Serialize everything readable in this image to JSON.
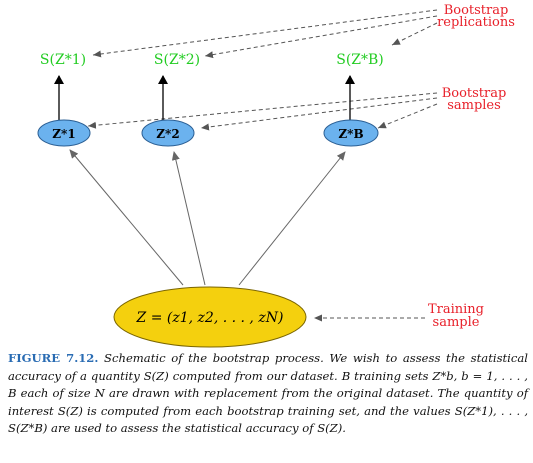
{
  "diagram": {
    "colors": {
      "replication_text": "#22cc22",
      "note_text": "#e8202a",
      "sample_fill": "#6bb2ee",
      "training_fill": "#f4d00e",
      "arrow": "#000000",
      "dashed": "#555555",
      "thin_arrow": "#666666"
    },
    "replications": [
      "S(Z*1)",
      "S(Z*2)",
      "S(Z*B)"
    ],
    "samples": [
      "Z*1",
      "Z*2",
      "Z*B"
    ],
    "training_sample": "Z = (z1, z2, . . . , zN)",
    "notes": {
      "bootstrap_replications": [
        "Bootstrap",
        "replications"
      ],
      "bootstrap_samples": [
        "Bootstrap",
        "samples"
      ],
      "training_sample": [
        "Training",
        "sample"
      ]
    }
  },
  "caption": {
    "label": "FIGURE 7.12.",
    "text": "Schematic of the bootstrap process. We wish to assess the statistical accuracy of a quantity S(Z) computed from our dataset. B training sets Z*b, b = 1, . . . , B each of size N are drawn with replacement from the original dataset. The quantity of interest S(Z) is computed from each bootstrap training set, and the values S(Z*1), . . . , S(Z*B) are used to assess the statistical accuracy of S(Z)."
  }
}
